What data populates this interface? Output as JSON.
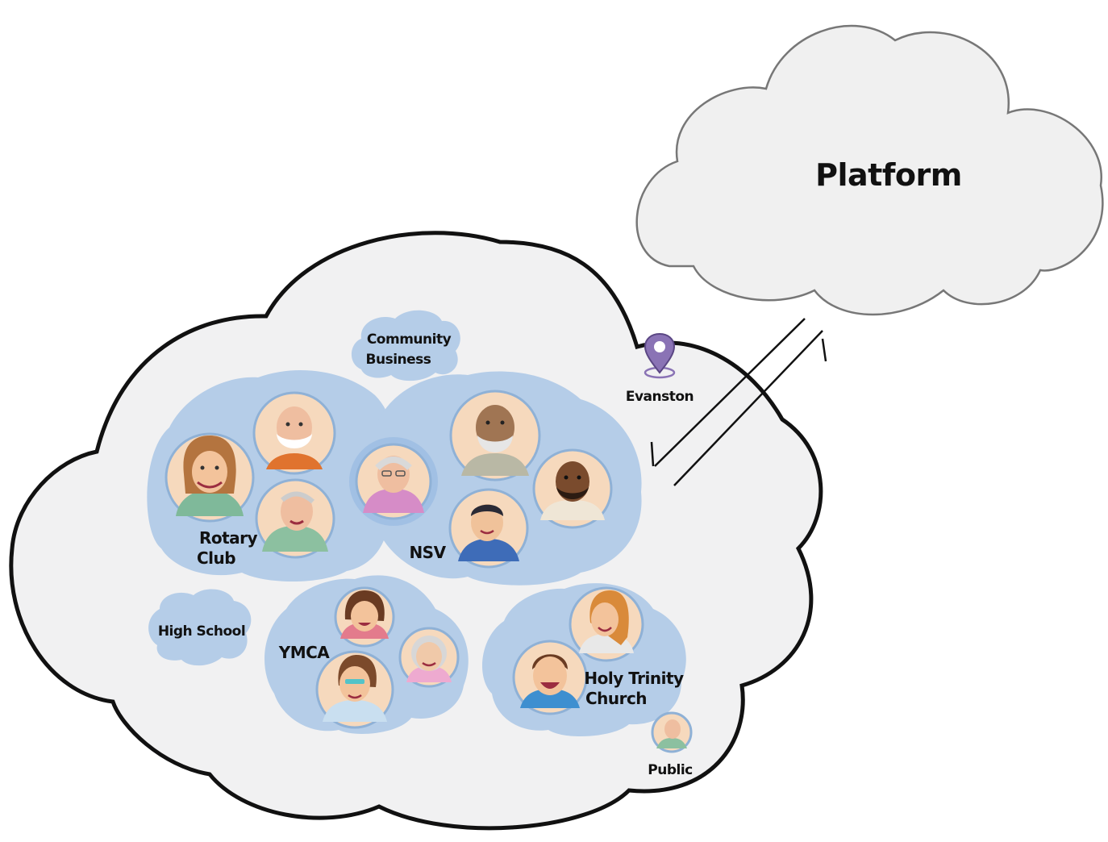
{
  "platform": {
    "label": "Platform"
  },
  "location": {
    "label": "Evanston",
    "icon": "map-pin-icon",
    "icon_color": "#8a73b5"
  },
  "groups": {
    "community_business": [
      "Community",
      "Business"
    ],
    "rotary_club": [
      "Rotary",
      "Club"
    ],
    "nsv": "NSV",
    "high_school": "High School",
    "ymca": "YMCA",
    "holy_trinity": [
      "Holy Trinity",
      "Church"
    ],
    "public": "Public"
  },
  "colors": {
    "platform_cloud": "#f0f0f0",
    "city_cloud": "#f1f1f2",
    "group_cloud": "#b5cde8",
    "avatar_bg": "#f6d9bd",
    "outline": "#111111"
  }
}
